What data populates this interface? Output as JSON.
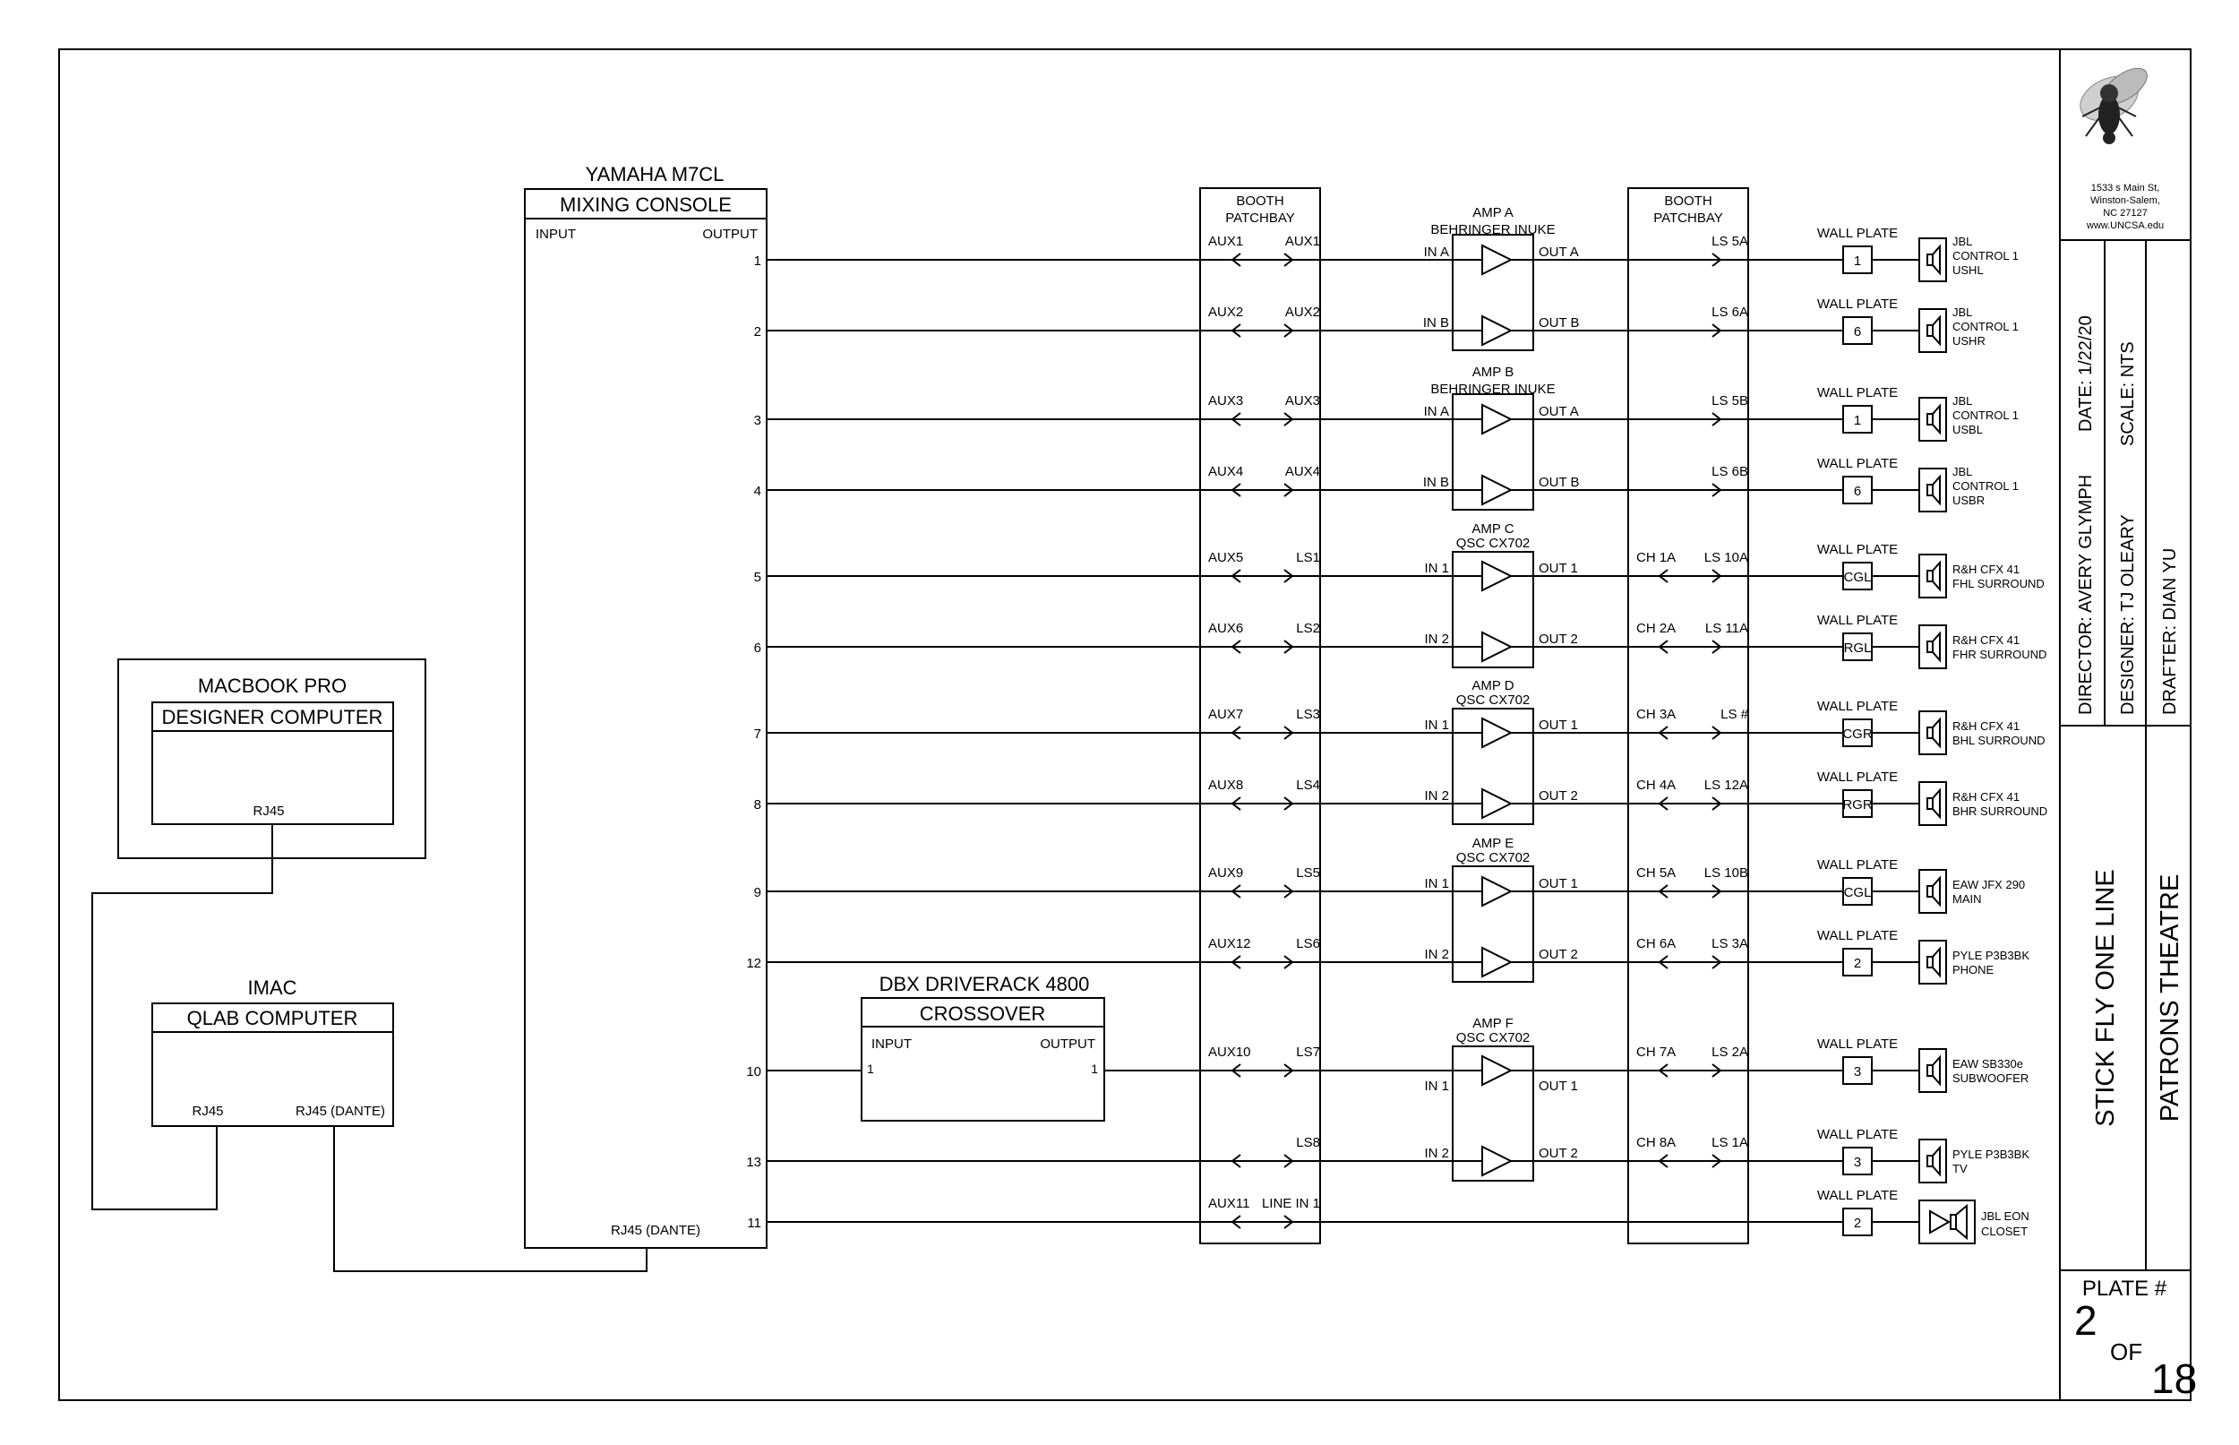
{
  "console": {
    "model": "YAMAHA M7CL",
    "name": "MIXING CONSOLE",
    "input_label": "INPUT",
    "output_label": "OUTPUT",
    "dante_label": "RJ45 (DANTE)"
  },
  "macbook": {
    "model": "MACBOOK PRO",
    "name": "DESIGNER COMPUTER",
    "port": "RJ45"
  },
  "imac": {
    "model": "IMAC",
    "name": "QLAB COMPUTER",
    "port": "RJ45",
    "dante_port": "RJ45 (DANTE)"
  },
  "driverack": {
    "model": "DBX DRIVERACK 4800",
    "name": "CROSSOVER",
    "input_label": "INPUT",
    "output_label": "OUTPUT",
    "in_num": "1",
    "out_num": "1"
  },
  "patchbay": {
    "label_line1": "BOOTH",
    "label_line2": "PATCHBAY"
  },
  "wall_plate_label": "WALL PLATE",
  "amps": [
    {
      "name": "AMP A",
      "model": "BEHRINGER INUKE"
    },
    {
      "name": "AMP B",
      "model": "BEHRINGER INUKE"
    },
    {
      "name": "AMP C",
      "model": "QSC CX702"
    },
    {
      "name": "AMP D",
      "model": "QSC CX702"
    },
    {
      "name": "AMP E",
      "model": "QSC CX702"
    },
    {
      "name": "AMP F",
      "model": "QSC CX702"
    }
  ],
  "channels": [
    {
      "out": "1",
      "pb1_l": "AUX1",
      "pb1_r": "AUX1",
      "amp_in": "IN A",
      "amp_out": "OUT A",
      "pb2_l": "",
      "pb2_r": "LS 5A",
      "plate": "1",
      "spk1": "JBL",
      "spk2": "CONTROL 1",
      "spk3": "USHL"
    },
    {
      "out": "2",
      "pb1_l": "AUX2",
      "pb1_r": "AUX2",
      "amp_in": "IN B",
      "amp_out": "OUT B",
      "pb2_l": "",
      "pb2_r": "LS 6A",
      "plate": "6",
      "spk1": "JBL",
      "spk2": "CONTROL 1",
      "spk3": "USHR"
    },
    {
      "out": "3",
      "pb1_l": "AUX3",
      "pb1_r": "AUX3",
      "amp_in": "IN A",
      "amp_out": "OUT A",
      "pb2_l": "",
      "pb2_r": "LS 5B",
      "plate": "1",
      "spk1": "JBL",
      "spk2": "CONTROL 1",
      "spk3": "USBL"
    },
    {
      "out": "4",
      "pb1_l": "AUX4",
      "pb1_r": "AUX4",
      "amp_in": "IN B",
      "amp_out": "OUT B",
      "pb2_l": "",
      "pb2_r": "LS 6B",
      "plate": "6",
      "spk1": "JBL",
      "spk2": "CONTROL 1",
      "spk3": "USBR"
    },
    {
      "out": "5",
      "pb1_l": "AUX5",
      "pb1_r": "LS1",
      "amp_in": "IN 1",
      "amp_out": "OUT 1",
      "pb2_l": "CH 1A",
      "pb2_r": "LS 10A",
      "plate": "CGL",
      "spk1": "R&H CFX 41",
      "spk2": "FHL SURROUND",
      "spk3": ""
    },
    {
      "out": "6",
      "pb1_l": "AUX6",
      "pb1_r": "LS2",
      "amp_in": "IN 2",
      "amp_out": "OUT 2",
      "pb2_l": "CH 2A",
      "pb2_r": "LS 11A",
      "plate": "RGL",
      "spk1": "R&H CFX 41",
      "spk2": "FHR SURROUND",
      "spk3": ""
    },
    {
      "out": "7",
      "pb1_l": "AUX7",
      "pb1_r": "LS3",
      "amp_in": "IN 1",
      "amp_out": "OUT 1",
      "pb2_l": "CH 3A",
      "pb2_r": "LS #",
      "plate": "CGR",
      "spk1": "R&H CFX 41",
      "spk2": "BHL SURROUND",
      "spk3": ""
    },
    {
      "out": "8",
      "pb1_l": "AUX8",
      "pb1_r": "LS4",
      "amp_in": "IN 2",
      "amp_out": "OUT 2",
      "pb2_l": "CH 4A",
      "pb2_r": "LS 12A",
      "plate": "RGR",
      "spk1": "R&H CFX 41",
      "spk2": "BHR SURROUND",
      "spk3": ""
    },
    {
      "out": "9",
      "pb1_l": "AUX9",
      "pb1_r": "LS5",
      "amp_in": "IN 1",
      "amp_out": "OUT 1",
      "pb2_l": "CH 5A",
      "pb2_r": "LS 10B",
      "plate": "CGL",
      "spk1": "EAW JFX 290",
      "spk2": "MAIN",
      "spk3": ""
    },
    {
      "out": "12",
      "pb1_l": "AUX12",
      "pb1_r": "LS6",
      "amp_in": "IN 2",
      "amp_out": "OUT 2",
      "pb2_l": "CH 6A",
      "pb2_r": "LS 3A",
      "plate": "2",
      "spk1": "PYLE P3B3BK",
      "spk2": "PHONE",
      "spk3": ""
    },
    {
      "out": "10",
      "pb1_l": "AUX10",
      "pb1_r": "LS7",
      "amp_in": "IN 1",
      "amp_out": "OUT 1",
      "pb2_l": "CH 7A",
      "pb2_r": "LS 2A",
      "plate": "3",
      "spk1": "EAW SB330e",
      "spk2": "SUBWOOFER",
      "spk3": ""
    },
    {
      "out": "13",
      "pb1_l": "",
      "pb1_r": "LS8",
      "amp_in": "IN 2",
      "amp_out": "OUT 2",
      "pb2_l": "CH 8A",
      "pb2_r": "LS 1A",
      "plate": "3",
      "spk1": "PYLE P3B3BK",
      "spk2": "TV",
      "spk3": ""
    },
    {
      "out": "11",
      "pb1_l": "AUX11",
      "pb1_r": "LINE IN 1",
      "amp_in": "",
      "amp_out": "",
      "pb2_l": "",
      "pb2_r": "",
      "plate": "2",
      "spk1": "JBL EON",
      "spk2": "CLOSET",
      "spk3": ""
    }
  ],
  "title_block": {
    "address1": "1533 s Main St,",
    "address2": "Winston-Salem,",
    "address3": "NC 27127",
    "website": "www.UNCSA.edu",
    "logo_icon": "fly-icon",
    "director": "DIRECTOR: AVERY GLYMPH",
    "date": "DATE: 1/22/20",
    "designer": "DESIGNER: TJ OLEARY",
    "scale": "SCALE: NTS",
    "drafter": "DRAFTER: DIAN YU",
    "show": "STICK FLY ONE LINE",
    "venue": "PATRONS THEATRE",
    "plate_label": "PLATE #",
    "plate_num": "2",
    "of_label": "OF",
    "plate_total": "18"
  }
}
